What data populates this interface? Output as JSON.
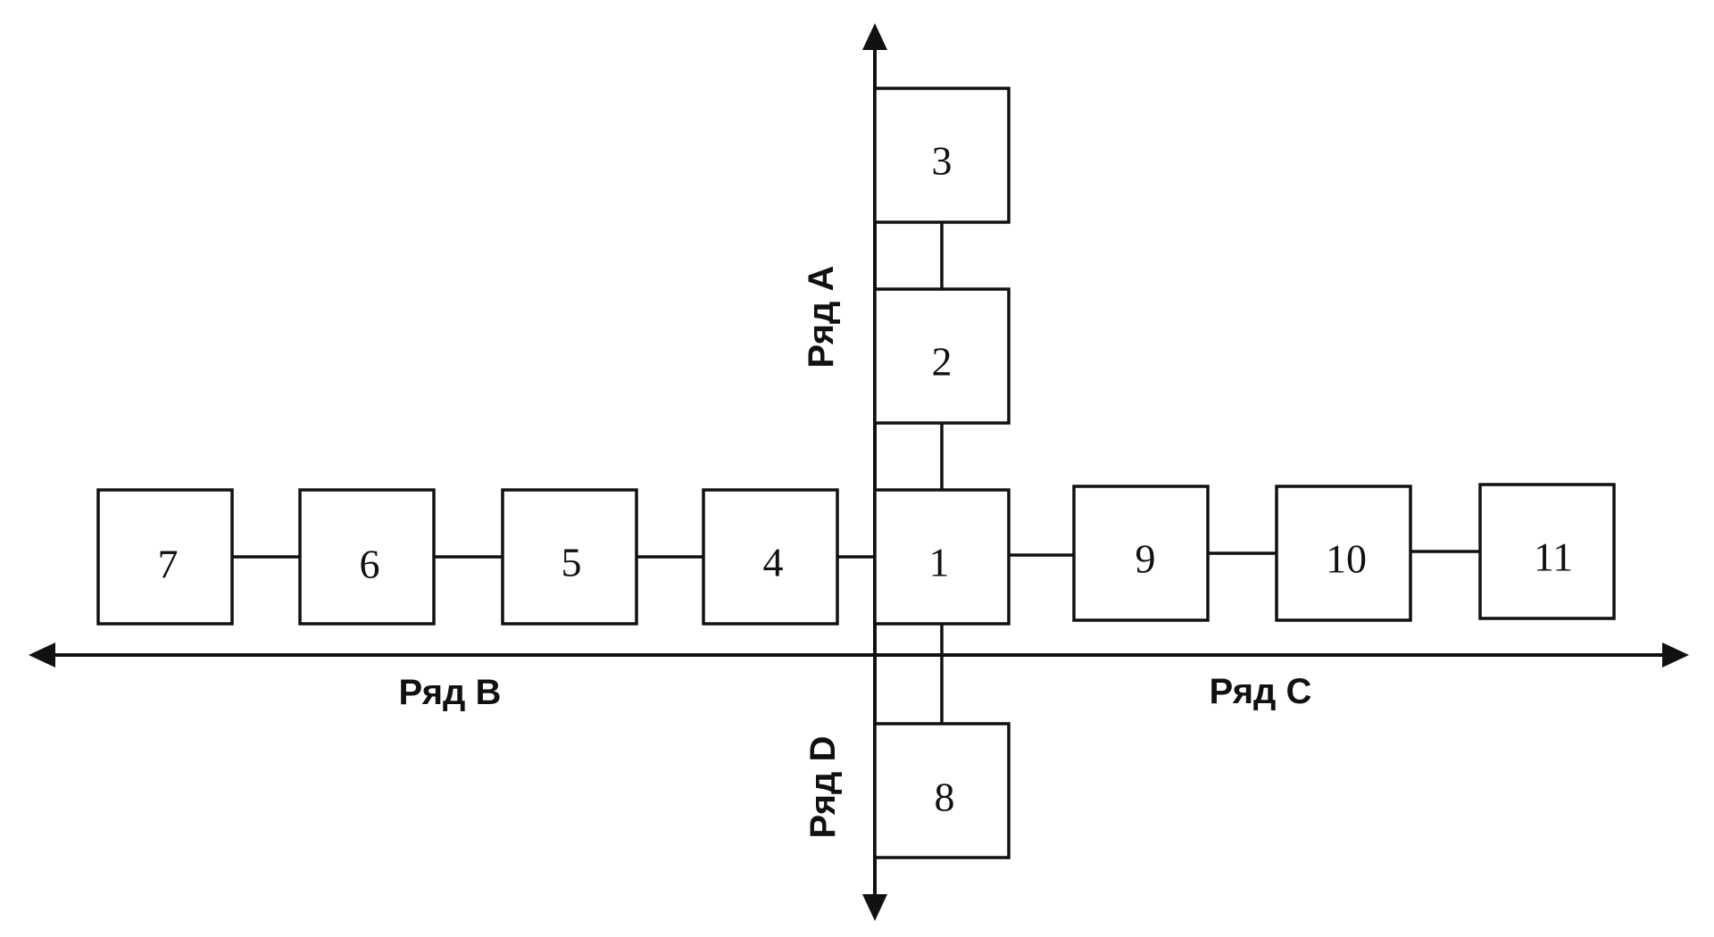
{
  "rows": {
    "a": "Ряд A",
    "b": "Ряд B",
    "c": "Ряд C",
    "d": "Ряд D"
  },
  "boxes": [
    {
      "id": "box-1",
      "label": "1"
    },
    {
      "id": "box-2",
      "label": "2"
    },
    {
      "id": "box-3",
      "label": "3"
    },
    {
      "id": "box-4",
      "label": "4"
    },
    {
      "id": "box-5",
      "label": "5"
    },
    {
      "id": "box-6",
      "label": "6"
    },
    {
      "id": "box-7",
      "label": "7"
    },
    {
      "id": "box-8",
      "label": "8"
    },
    {
      "id": "box-9",
      "label": "9"
    },
    {
      "id": "box-10",
      "label": "10"
    },
    {
      "id": "box-11",
      "label": "11"
    }
  ],
  "connections": [
    [
      "3",
      "2"
    ],
    [
      "2",
      "1"
    ],
    [
      "1",
      "8"
    ],
    [
      "7",
      "6"
    ],
    [
      "6",
      "5"
    ],
    [
      "5",
      "4"
    ],
    [
      "4",
      "1"
    ],
    [
      "1",
      "9"
    ],
    [
      "9",
      "10"
    ],
    [
      "10",
      "11"
    ]
  ]
}
